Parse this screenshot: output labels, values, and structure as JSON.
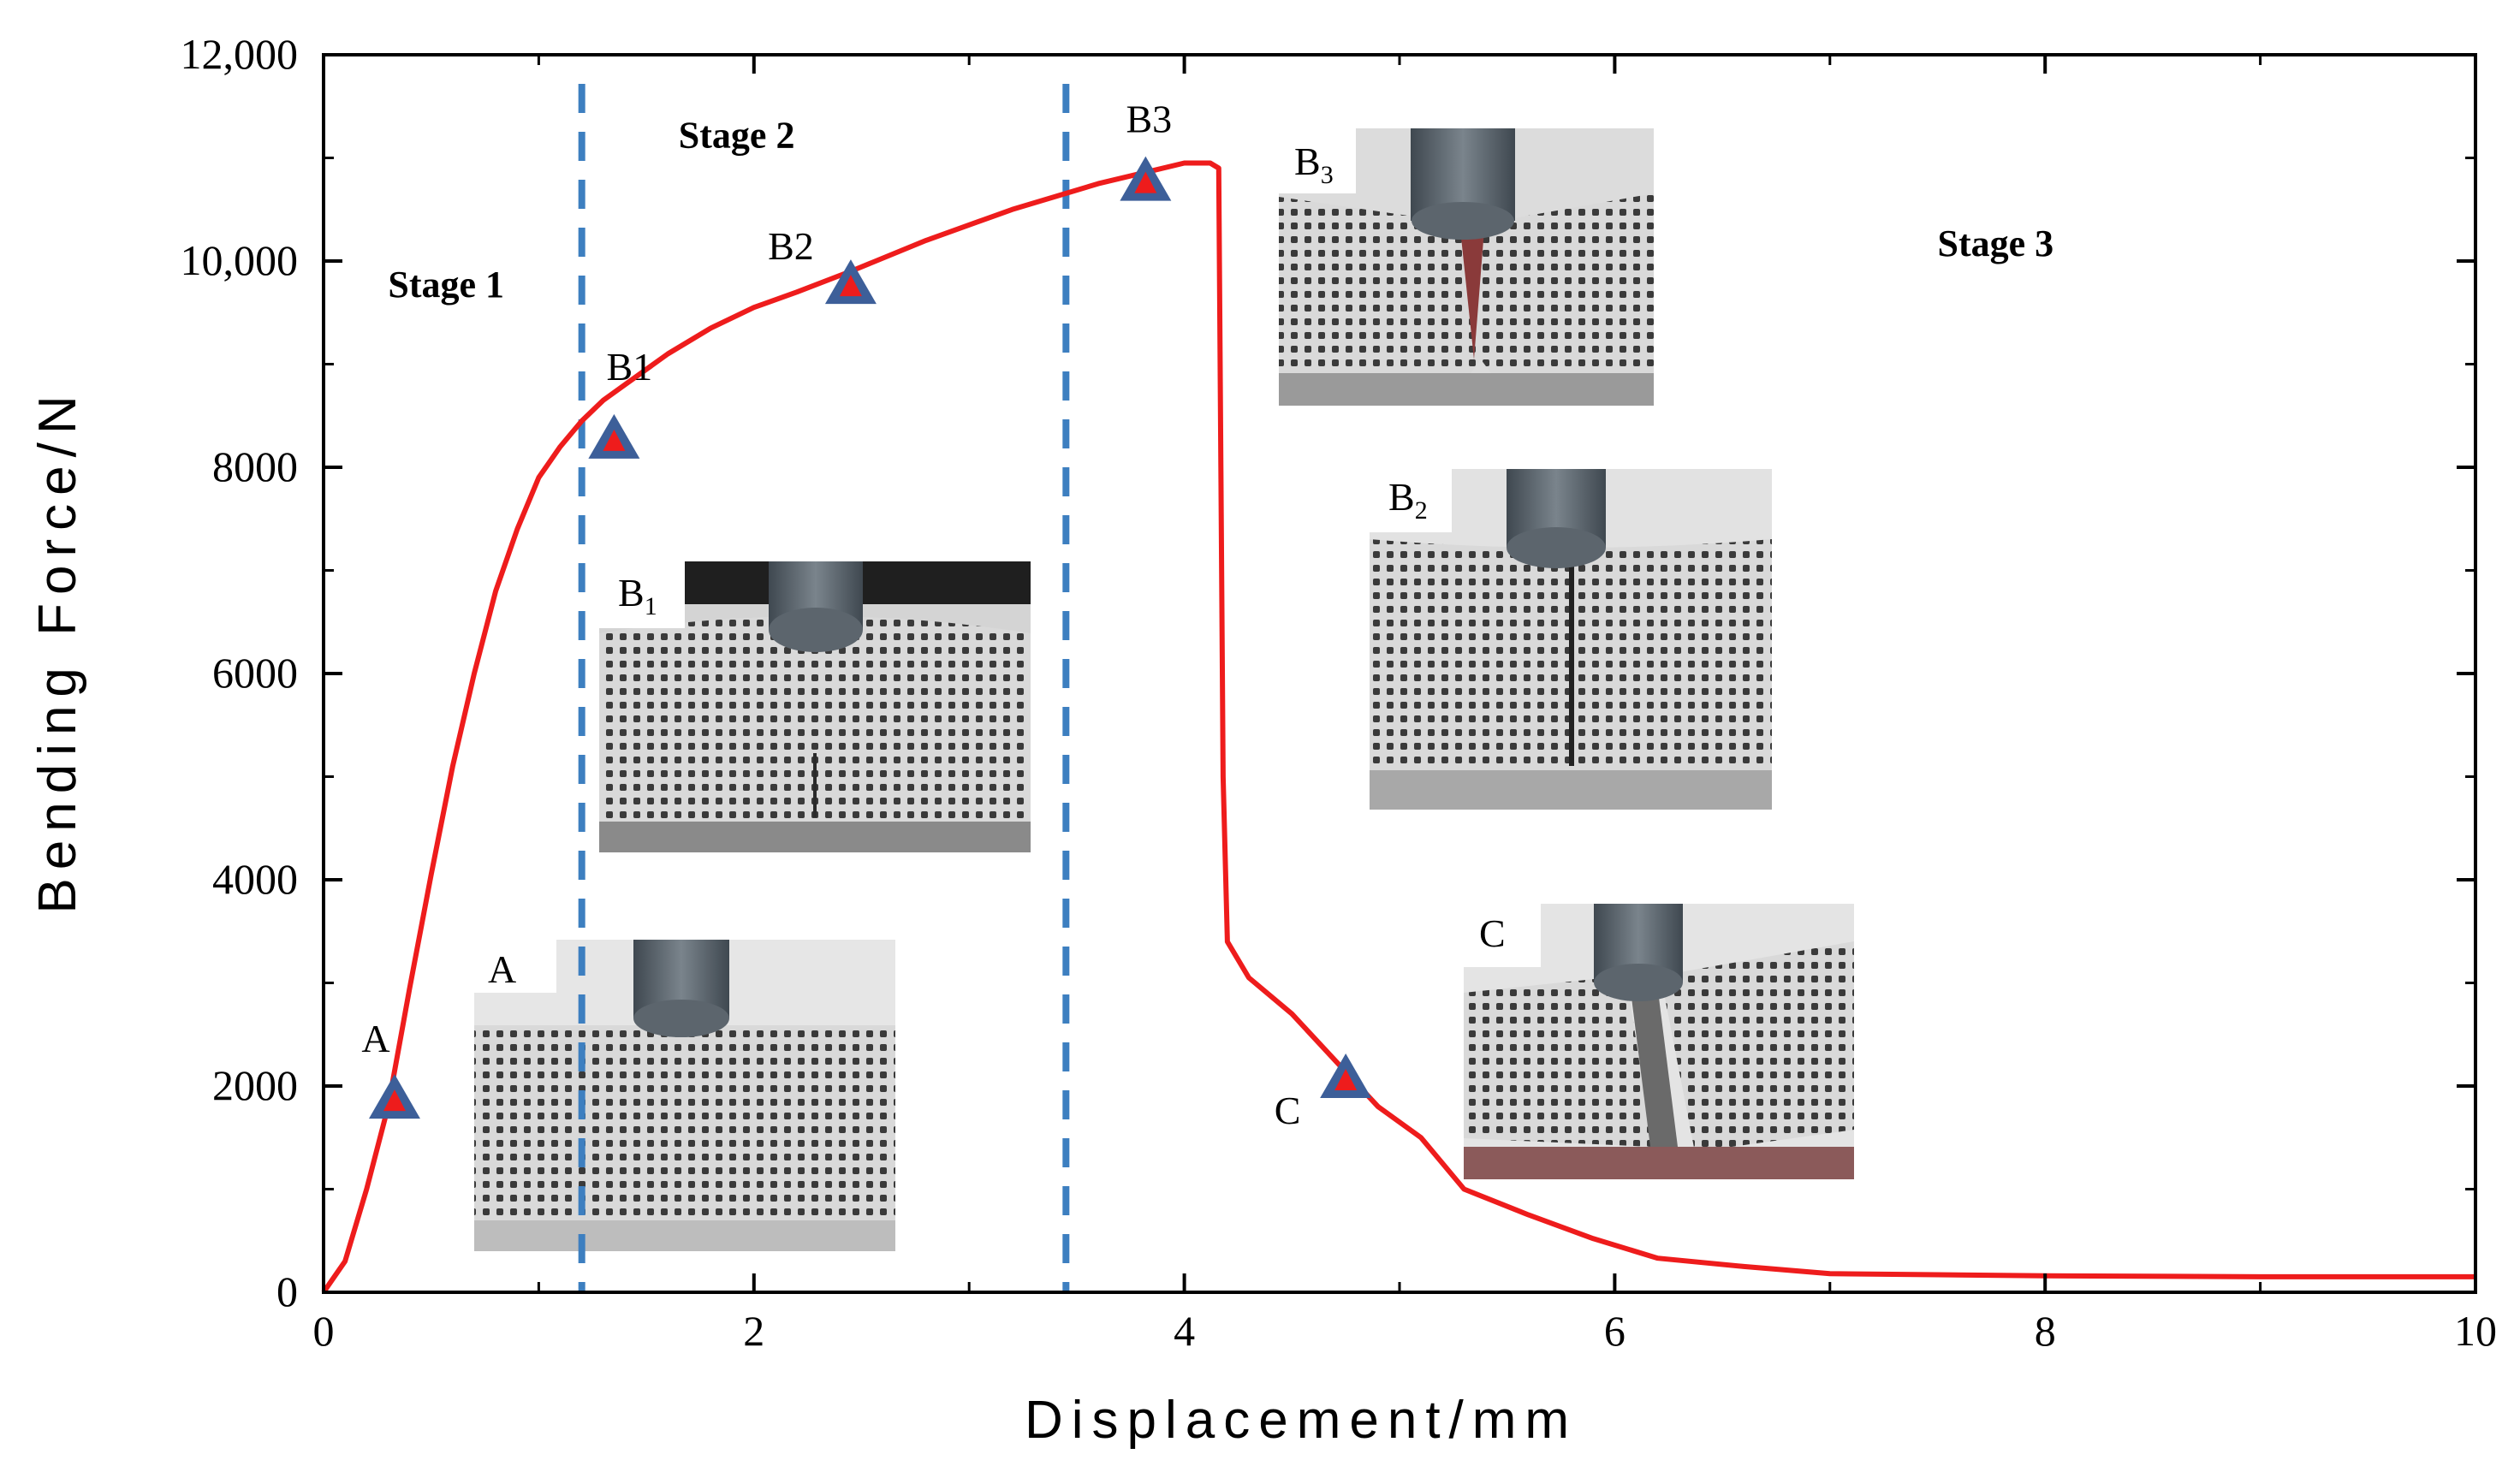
{
  "chart_data": {
    "type": "line",
    "xlabel": "Displacement/mm",
    "ylabel": "Bending Force/N",
    "xlim": [
      0,
      10
    ],
    "ylim": [
      0,
      12000
    ],
    "x_ticks": [
      0,
      2,
      4,
      6,
      8,
      10
    ],
    "x_tick_labels": [
      "0",
      "2",
      "4",
      "6",
      "8",
      "10"
    ],
    "y_ticks": [
      0,
      2000,
      4000,
      6000,
      8000,
      10000,
      12000
    ],
    "y_tick_labels": [
      "0",
      "2000",
      "4000",
      "6000",
      "8000",
      "10,000",
      "12,000"
    ],
    "grid": false,
    "line_color": "#ee1c1c",
    "marker_color": "#3d5f99",
    "marker_fill": "#ee1c1c",
    "divider_color": "#3d7fc0",
    "series": [
      {
        "x": [
          0,
          0.1,
          0.2,
          0.3,
          0.4,
          0.5,
          0.6,
          0.7,
          0.8,
          0.9,
          1.0,
          1.1,
          1.2,
          1.3,
          1.4,
          1.6,
          1.8,
          2.0,
          2.2,
          2.45,
          2.8,
          3.2,
          3.6,
          3.8,
          4.0,
          4.12,
          4.16,
          4.17,
          4.18,
          4.2,
          4.3,
          4.5,
          4.7,
          4.9,
          5.1,
          5.3,
          5.6,
          5.9,
          6.2,
          6.6,
          7.0,
          7.5,
          8.0,
          9.0,
          10.0
        ],
        "y": [
          0,
          300,
          1000,
          1800,
          2950,
          4050,
          5100,
          6000,
          6800,
          7400,
          7900,
          8200,
          8450,
          8650,
          8800,
          9100,
          9350,
          9550,
          9700,
          9900,
          10200,
          10500,
          10750,
          10850,
          10950,
          10950,
          10900,
          8000,
          5000,
          3400,
          3050,
          2700,
          2250,
          1800,
          1500,
          1000,
          750,
          520,
          330,
          250,
          180,
          170,
          160,
          150,
          150
        ]
      }
    ],
    "dividers_x": [
      1.2,
      3.45
    ],
    "markers": [
      {
        "label": "A",
        "x": 0.33,
        "y": 1850
      },
      {
        "label": "B1",
        "x": 1.35,
        "y": 8250
      },
      {
        "label": "B2",
        "x": 2.45,
        "y": 9750
      },
      {
        "label": "B3",
        "x": 3.82,
        "y": 10750
      },
      {
        "label": "C",
        "x": 4.75,
        "y": 2050
      }
    ],
    "stage_labels": [
      {
        "text": "Stage 1",
        "x": 0.3,
        "y": 9650
      },
      {
        "text": "Stage 2",
        "x": 1.65,
        "y": 11100
      },
      {
        "text": "Stage 3",
        "x": 7.5,
        "y": 10050
      }
    ],
    "photo_labels": [
      {
        "base": "A",
        "sub": ""
      },
      {
        "base": "B",
        "sub": "1"
      },
      {
        "base": "B",
        "sub": "3"
      },
      {
        "base": "B",
        "sub": "2"
      },
      {
        "base": "C",
        "sub": ""
      }
    ]
  }
}
